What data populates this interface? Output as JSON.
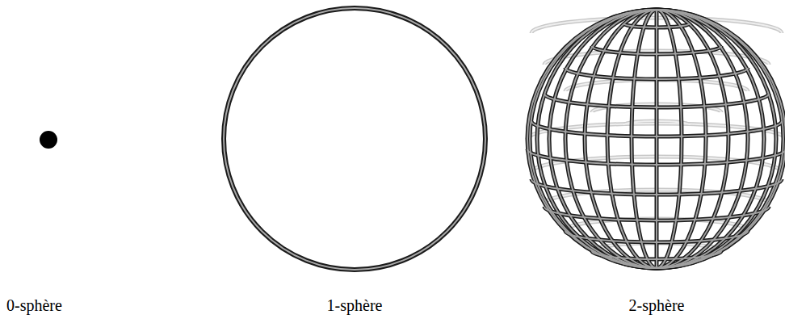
{
  "diagram": {
    "labels": [
      "0-sphère",
      "1-sphère",
      "2-sphère"
    ]
  }
}
